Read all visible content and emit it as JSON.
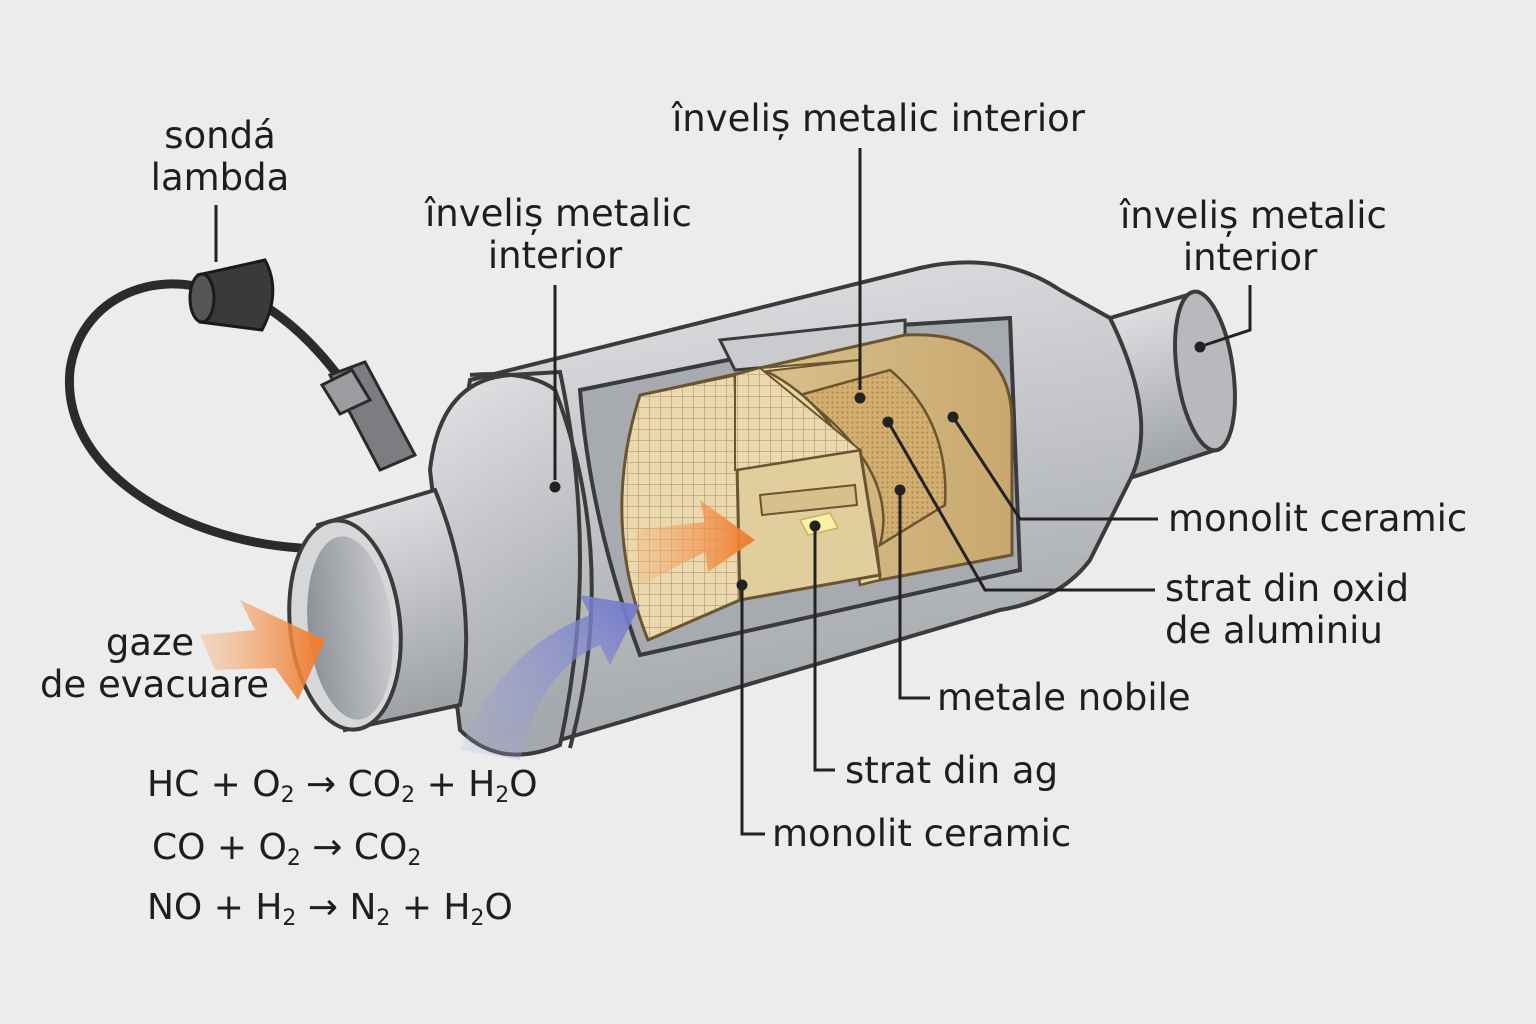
{
  "labels": {
    "lambda_line1": "sondá",
    "lambda_line2": "lambda",
    "shell_left_line1": "înveliș metalic",
    "shell_left_line2": "interior",
    "shell_top": "înveliș metalic interior",
    "shell_right_line1": "înveliș metalic",
    "shell_right_line2": "interior",
    "monolith_right": "monolit ceramic",
    "alumina_line1": "strat din oxid",
    "alumina_line2": "de aluminiu",
    "noble_metals": "metale nobile",
    "silver_layer": "strat din ag",
    "monolith_bottom": "monolit ceramic",
    "gas_line1": "gaze",
    "gas_line2": "de evacuare"
  },
  "equations": [
    {
      "parts": [
        "HC + O",
        "2",
        " → CO",
        "2",
        " + H",
        "2",
        "O"
      ]
    },
    {
      "parts": [
        "CO + O",
        "2",
        " → CO",
        "2"
      ]
    },
    {
      "parts": [
        "NO + H",
        "2",
        " → N",
        "2",
        " + H",
        "2",
        "O"
      ]
    }
  ],
  "colors": {
    "background": "#ececec",
    "steel": "#c4c6c9",
    "ceramic": "#e6cf9e",
    "gas_arrow": "#f08a3c",
    "air_arrow": "#7f86cc"
  }
}
